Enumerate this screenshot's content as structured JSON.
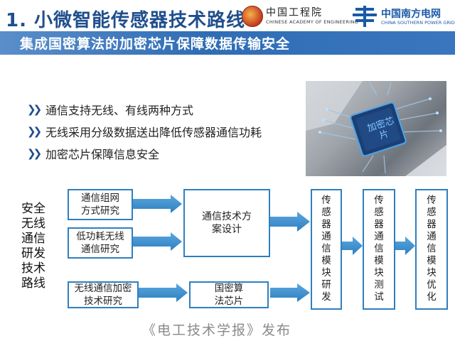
{
  "header": {
    "title": "1. 小微智能传感器技术路线",
    "cae": {
      "cn": "中国工程院",
      "en": "CHINESE ACADEMY OF ENGINEERING"
    },
    "csg": {
      "cn": "中国南方电网",
      "en": "CHINA SOUTHERN POWER GRID"
    }
  },
  "banner": "集成国密算法的加密芯片保障数据传输安全",
  "bullets": [
    "通信支持无线、有线两种方式",
    "无线采用分级数据送出降低传感器通信功耗",
    "加密芯片保障信息安全"
  ],
  "chip_label": "加密芯片",
  "side_label": [
    "安全",
    "无线",
    "通信",
    "研发",
    "技术",
    "路线"
  ],
  "diagram": {
    "box_comm_network": [
      "通信组网",
      "方式研究"
    ],
    "box_low_power": [
      "低功耗无线",
      "通信研究"
    ],
    "box_encryption": [
      "无线通信加密",
      "技术研究"
    ],
    "box_scheme": [
      "通信技术方",
      "案设计"
    ],
    "box_gm_chip": [
      "国密算",
      "法芯片"
    ],
    "module_dev": [
      "传",
      "感",
      "器",
      "通",
      "信",
      "模",
      "块",
      "研",
      "发"
    ],
    "module_test": [
      "传",
      "感",
      "器",
      "通",
      "信",
      "模",
      "块",
      "测",
      "试"
    ],
    "module_opt": [
      "传",
      "感",
      "器",
      "通",
      "信",
      "模",
      "块",
      "优",
      "化"
    ]
  },
  "footer": "《电工技术学报》发布",
  "colors": {
    "title": "#1f4e8c",
    "banner": "#2f6db5",
    "box_border": "#2f7fbf",
    "arrow": "#2f7fbf"
  }
}
